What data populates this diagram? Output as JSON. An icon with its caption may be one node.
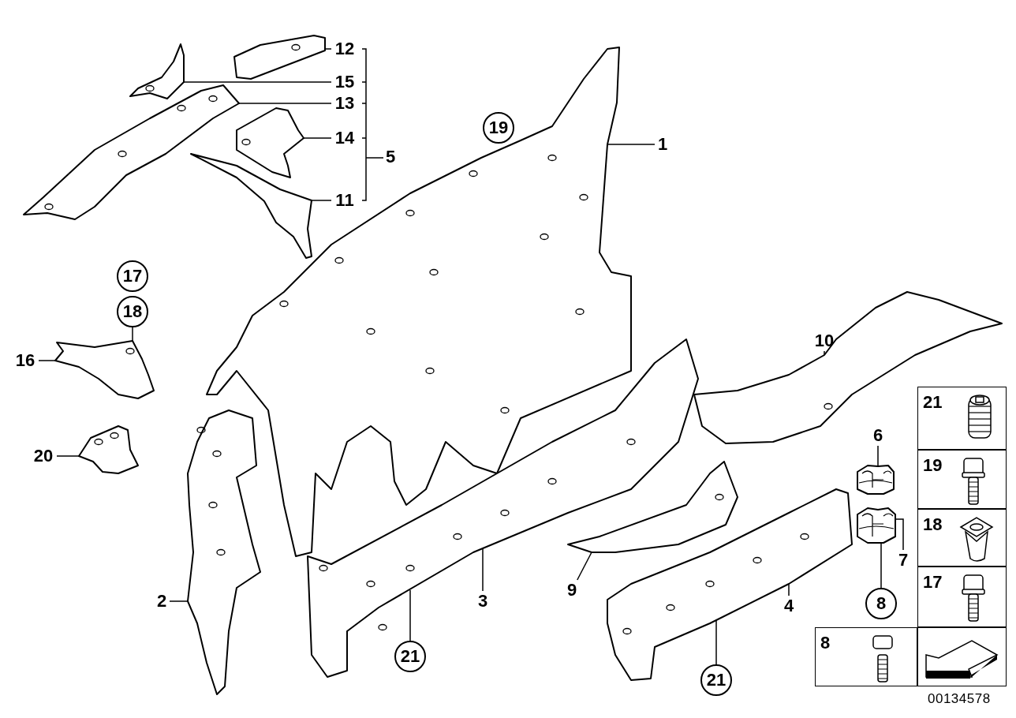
{
  "diagram": {
    "nodes": [
      {
        "text": [
          "12"
        ]
      },
      {
        "text": [],
        "shape": "picture"
      },
      {
        "text": [
          "15"
        ]
      },
      {
        "text": [],
        "shape": "picture"
      },
      {
        "text": [
          "13"
        ]
      },
      {
        "text": [],
        "shape": "picture"
      },
      {
        "text": [
          "19"
        ]
      },
      {
        "text": [
          "1"
        ]
      },
      {
        "text": [],
        "shape": "picture"
      },
      {
        "text": [
          "14"
        ]
      },
      {
        "text": [],
        "shape": "picture"
      },
      {
        "text": [
          "11"
        ]
      },
      {
        "text": [],
        "shape": "picture"
      },
      {
        "text": [
          "17"
        ]
      },
      {
        "text": [
          "18"
        ]
      },
      {
        "text": [
          "16"
        ]
      },
      {
        "text": [],
        "shape": "picture"
      },
      {
        "text": [
          "10"
        ]
      },
      {
        "text": [],
        "shape": "picture"
      },
      {
        "text": [
          "20"
        ]
      },
      {
        "text": [],
        "shape": "picture"
      },
      {
        "text": [],
        "shape": "picture"
      },
      {
        "text": [
          "2"
        ]
      },
      {
        "text": [
          "6"
        ]
      },
      {
        "text": [],
        "shape": "picture"
      },
      {
        "text": [],
        "shape": "picture"
      },
      {
        "text": [
          "7"
        ]
      },
      {
        "text": [
          "8"
        ]
      },
      {
        "text": [],
        "shape": "picture"
      },
      {
        "text": [
          "3"
        ]
      },
      {
        "text": [
          "21"
        ]
      },
      {
        "text": [],
        "shape": "picture"
      },
      {
        "text": [
          "9"
        ]
      },
      {
        "text": [],
        "shape": "picture"
      },
      {
        "text": [
          "4"
        ]
      },
      {
        "text": [
          "21"
        ]
      }
    ],
    "edges": [
      {
        "from": 0,
        "to": 1,
        "arrow": "none"
      },
      {
        "from": 2,
        "to": 3,
        "arrow": "none"
      },
      {
        "from": 4,
        "to": 5,
        "arrow": "none"
      },
      {
        "from": 7,
        "to": 8,
        "arrow": "none"
      },
      {
        "from": 9,
        "to": 10,
        "arrow": "none"
      },
      {
        "from": 11,
        "to": 12,
        "arrow": "none"
      },
      {
        "from": 14,
        "to": 16,
        "arrow": "none"
      },
      {
        "from": 15,
        "to": 16,
        "arrow": "none"
      },
      {
        "from": 17,
        "to": 18,
        "arrow": "none"
      },
      {
        "from": 19,
        "to": 20,
        "arrow": "none"
      },
      {
        "from": 22,
        "to": 21,
        "arrow": "none"
      },
      {
        "from": 23,
        "to": 24,
        "arrow": "none"
      },
      {
        "from": 26,
        "to": 25,
        "arrow": "none"
      },
      {
        "from": 27,
        "to": 25,
        "arrow": "none"
      },
      {
        "from": 29,
        "to": 28,
        "arrow": "none"
      },
      {
        "from": 30,
        "to": 28,
        "arrow": "none"
      },
      {
        "from": 32,
        "to": 31,
        "arrow": "none"
      },
      {
        "from": 34,
        "to": 33,
        "arrow": "none"
      },
      {
        "from": 35,
        "to": 33,
        "arrow": "none"
      }
    ],
    "labels": [
      "5",
      "21",
      "19",
      "18",
      "17",
      "8",
      "00134578"
    ]
  }
}
